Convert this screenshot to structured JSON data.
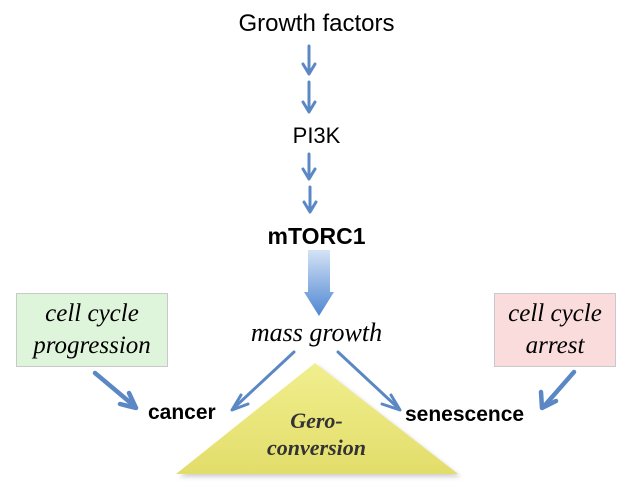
{
  "nodes": {
    "growth_factors": "Growth factors",
    "pi3k": "PI3K",
    "mtorc1": "mTORC1",
    "mass_growth": "mass growth",
    "cancer": "cancer",
    "senescence": "senescence"
  },
  "left_box": {
    "line1": "cell cycle",
    "line2": "progression",
    "fill": "#dff5db"
  },
  "right_box": {
    "line1": "cell cycle",
    "line2": "arrest",
    "fill": "#fadcdc"
  },
  "triangle": {
    "line1": "Gero-",
    "line2": "conversion",
    "fill": "#ecea82"
  },
  "colors": {
    "arrow": "#5b88c4"
  }
}
